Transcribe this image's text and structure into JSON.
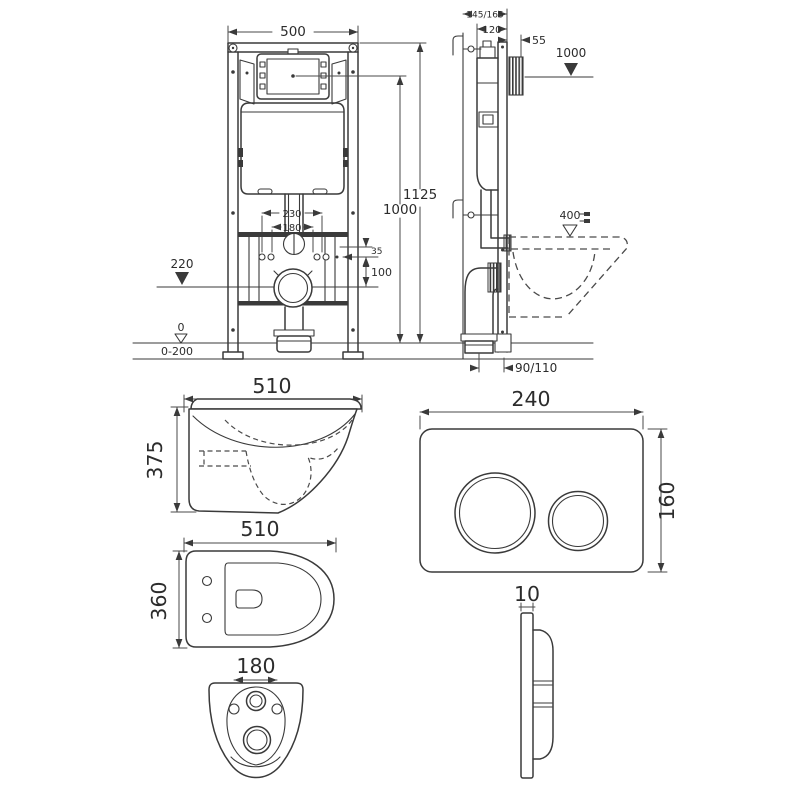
{
  "colors": {
    "line": "#3a3a3a",
    "background": "#ffffff",
    "text": "#2c2c2c"
  },
  "front_view": {
    "width": "500",
    "total_height": "1125",
    "frame_height": "1000",
    "outer_stud_spacing": "230",
    "inner_stud_spacing": "180",
    "dim_35": "35",
    "dim_100": "100",
    "outlet_level": "220",
    "floor_level": "0",
    "floor_range": "0-200"
  },
  "side_view": {
    "depth_range": "145/165",
    "frame_depth": "120",
    "plate_depth": "55",
    "top_level": "1000",
    "bowl_level": "400",
    "outlet_offset": "90/110"
  },
  "pan_side_view": {
    "width": "510",
    "height": "375"
  },
  "pan_top_view": {
    "width": "510",
    "depth": "360"
  },
  "pan_bottom_view": {
    "bolt_spacing": "180"
  },
  "flush_plate_front": {
    "width": "240",
    "height": "160"
  },
  "flush_plate_side": {
    "thickness": "10"
  }
}
